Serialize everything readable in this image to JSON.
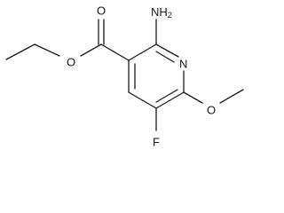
{
  "molecule": {
    "atoms": {
      "amino": {
        "element": "N",
        "hydrogens": "H",
        "hydrogen_count": "2"
      },
      "ring_nitrogen": {
        "element": "N"
      },
      "carbonyl_oxygen": {
        "element": "O"
      },
      "ester_oxygen": {
        "element": "O"
      },
      "methoxy_oxygen": {
        "element": "O"
      },
      "fluorine": {
        "element": "F"
      }
    }
  }
}
